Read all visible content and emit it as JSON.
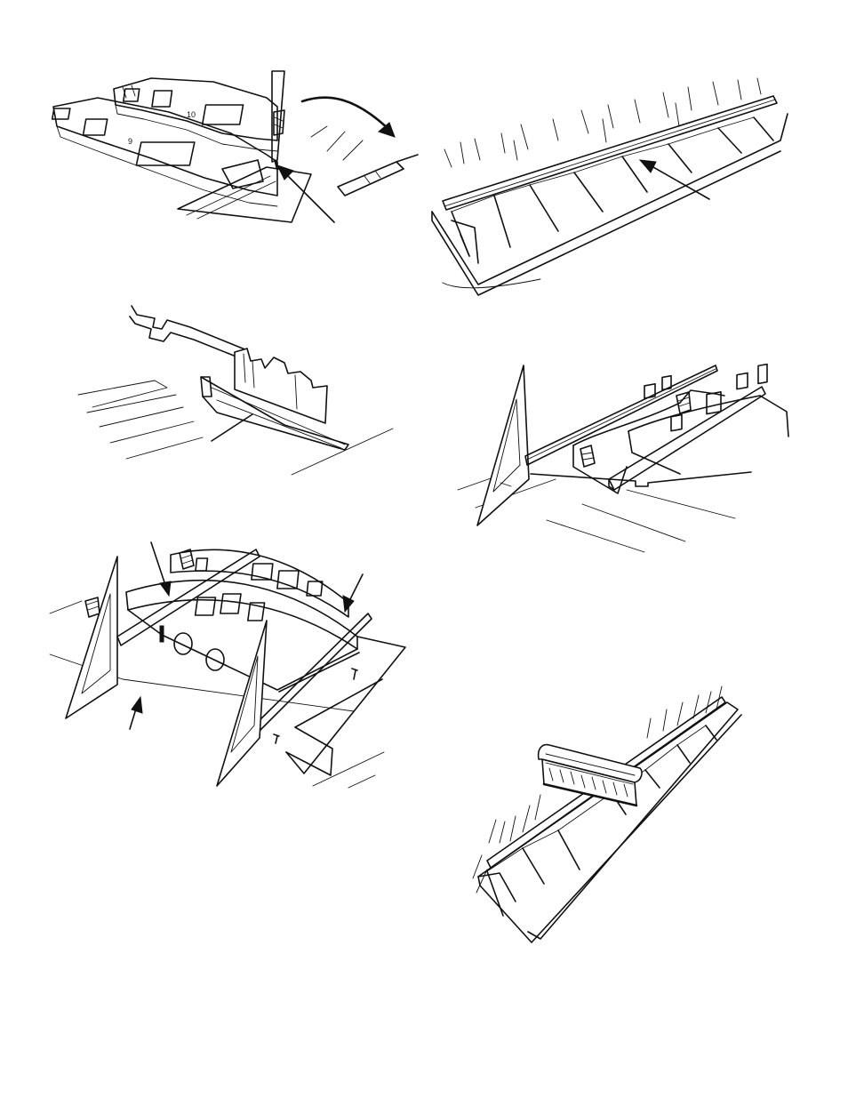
{
  "page": {
    "background": "#ffffff",
    "ink_color": "#111111"
  },
  "figures": [
    {
      "id": "fig-1",
      "subject": "two-ribs-marking-with-pen",
      "arrows": 2
    },
    {
      "id": "fig-2",
      "subject": "wing-panel-spar-on-ribs",
      "arrows": 1
    },
    {
      "id": "fig-3",
      "subject": "sanding-block-tapering-trailing-edge",
      "arrows": 1
    },
    {
      "id": "fig-4",
      "subject": "triangle-squaring-rib-on-spar",
      "arrows": 0
    },
    {
      "id": "fig-5",
      "subject": "triangles-aligning-ribs-and-spars",
      "arrows": 3
    },
    {
      "id": "fig-6",
      "subject": "sanding-block-on-wing-panel",
      "arrows": 0
    }
  ]
}
